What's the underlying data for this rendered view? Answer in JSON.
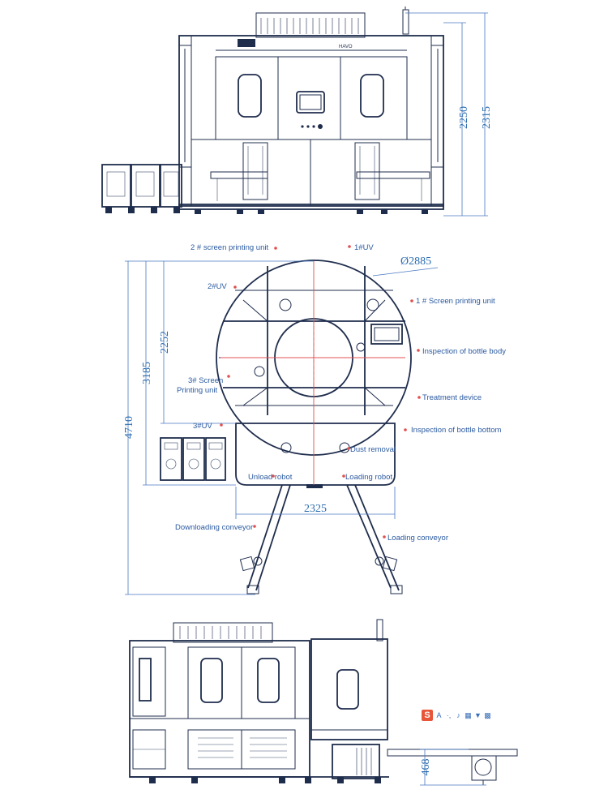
{
  "dimensions": {
    "front_height_1": "2250",
    "front_height_2": "2315",
    "diameter": "Ø2885",
    "depth_total": "4710",
    "depth_2": "3185",
    "depth_3": "2252",
    "width_bottom": "2325",
    "side_height": "468"
  },
  "labels": {
    "screen2": "2 # screen printing unit",
    "uv1": "1#UV",
    "uv2": "2#UV",
    "screen1": "1 # Screen printing unit",
    "inspection_body": "Inspection of bottle body",
    "screen3_line1": "3# Screen",
    "screen3_line2": "Printing unit",
    "treatment": "Treatment device",
    "uv3": "3#UV",
    "inspection_bottom": "Inspection of bottle bottom",
    "dust": "Dust removal",
    "unload_robot": "Unload robot",
    "loading_robot": "Loading robot",
    "downloading_conveyor": "Downloading conveyor",
    "loading_conveyor": "Loading conveyor"
  },
  "front_panel_brand": "HAVO",
  "toolbar": {
    "logo": "S",
    "letter": "A",
    "dots": "·,",
    "mic": "♪",
    "kbd": "▦",
    "shirt": "▼",
    "grid": "▩"
  },
  "colors": {
    "line": "#1f2d4d",
    "dimension": "#2b6cb0",
    "centerline": "#e05050"
  }
}
